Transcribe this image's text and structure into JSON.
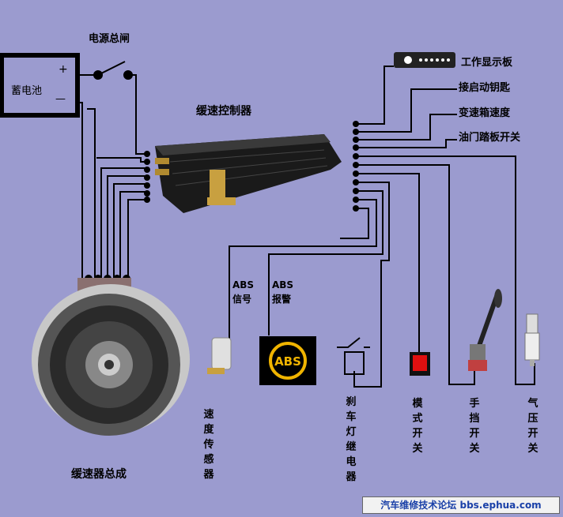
{
  "labels": {
    "main_switch": "电源总闸",
    "battery": "蓄电池",
    "battery_plus": "+",
    "battery_minus": "—",
    "controller": "缓速控制器",
    "display_panel": "工作显示板",
    "start_key": "接启动钥匙",
    "gearbox_speed": "变速箱速度",
    "throttle_switch": "油门踏板开关",
    "abs_signal": [
      "ABS",
      "信号"
    ],
    "abs_alarm": [
      "ABS",
      "报警"
    ],
    "retarder_assembly": "缓速器总成",
    "speed_sensor": "速度传感器",
    "brake_relay": "刹车灯继电器",
    "mode_switch": "模式开关",
    "hand_switch": "手挡开关",
    "air_switch": "气压开关",
    "abs_lamp_text": "ABS"
  },
  "watermark": "汽车维修技术论坛 bbs.ephua.com",
  "colors": {
    "background": "#9b9bcf",
    "wire": "#000000",
    "abs_lamp": "#f0b400",
    "mode_switch": "#e01010"
  },
  "icons": [
    "battery-icon",
    "switch-icon",
    "controller-icon",
    "display-panel-icon",
    "retarder-icon",
    "speed-sensor-icon",
    "abs-lamp-icon",
    "relay-icon",
    "mode-switch-icon",
    "hand-lever-icon",
    "air-switch-icon"
  ]
}
